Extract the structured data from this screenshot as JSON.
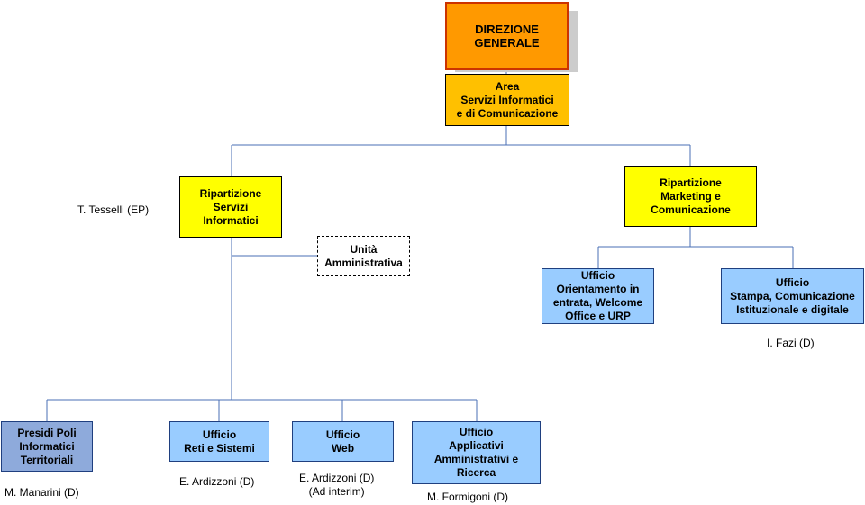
{
  "nodes": {
    "direzione": "DIREZIONE\nGENERALE",
    "area": "Area\nServizi Informatici\ne  di Comunicazione",
    "rip_servizi": "Ripartizione\nServizi\nInformatici",
    "rip_marketing": "Ripartizione\nMarketing e\nComunicazione",
    "unita_amm": "Unità\nAmministrativa",
    "uff_orientamento": "Ufficio\nOrientamento in\nentrata, Welcome\nOffice e URP",
    "uff_stampa": "Ufficio\nStampa, Comunicazione\nIstituzionale e digitale",
    "presidi": "Presidi Poli\nInformatici\nTerritoriali",
    "uff_reti": "Ufficio\nReti e Sistemi",
    "uff_web": "Ufficio\nWeb",
    "uff_applicativi": "Ufficio\nApplicativi\nAmministrativi e\nRicerca"
  },
  "people": {
    "tesselli": "T. Tesselli (EP)",
    "fazi": "I. Fazi (D)",
    "manarini": "M. Manarini (D)",
    "ardizzoni_reti": "E. Ardizzoni (D)",
    "ardizzoni_web": "E. Ardizzoni (D)\n(Ad interim)",
    "formigoni": "M. Formigoni (D)"
  },
  "colors": {
    "direzione": "#ff9900",
    "area": "#ffc000",
    "ripartizione": "#ffff00",
    "ufficio": "#99ccff",
    "presidi": "#8eaadb",
    "connector": "#4a6fb5"
  }
}
